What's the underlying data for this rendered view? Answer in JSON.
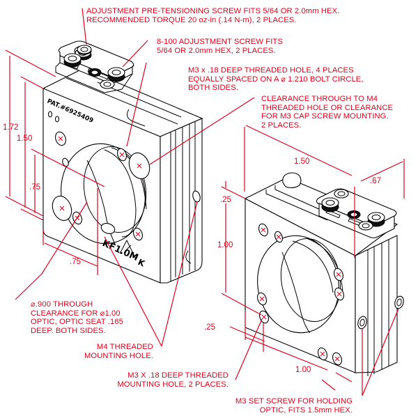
{
  "drawing": {
    "title": "Kinematic optic mount isometric dimension drawing",
    "colors": {
      "annotation": "#e0001b",
      "linework": "#000000",
      "background": "#ffffff"
    },
    "left_view": {
      "patent_label": "PAT.#6925409",
      "model_label": "KF1.0M",
      "logo_label": "K",
      "dimensions": {
        "overall_height": "1.72",
        "body_height": "1.50",
        "hole_height": ".75",
        "hole_width": ".75"
      }
    },
    "right_view": {
      "dimensions": {
        "width": "1.50",
        "depth": ".67",
        "top_offset": ".25",
        "hole_spacing_vertical": "1.00",
        "side_offset": ".25",
        "hole_spacing_horizontal": "1.00"
      }
    },
    "callouts": [
      {
        "id": "pretension-screw",
        "text": "ADJUSTMENT PRE-TENSIONING SCREW FITS 5/64 OR 2.0mm HEX.\nRECOMMENDED TORQUE 20 oz-in (.14 N-m), 2 PLACES."
      },
      {
        "id": "adjustment-screw",
        "text": "8-100 ADJUSTMENT SCREW FITS\n5/64 OR 2.0mm HEX, 2 PLACES."
      },
      {
        "id": "m3-threaded-hole",
        "text": "M3 x .18 DEEP THREADED HOLE, 4 PLACES\nEQUALLY SPACED ON A ⌀ 1.210 BOLT CIRCLE,\nBOTH SIDES."
      },
      {
        "id": "clearance-m4",
        "text": "CLEARANCE THROUGH TO M4\nTHREADED HOLE OR CLEARANCE\nFOR M3 CAP SCREW MOUNTING.\n2 PLACES."
      },
      {
        "id": "through-clearance",
        "text": "⌀.900 THROUGH\nCLEARANCE FOR ⌀1.00\nOPTIC, OPTIC SEAT .165\nDEEP. BOTH SIDES."
      },
      {
        "id": "m4-mounting-hole",
        "text": "M4 THREADED\nMOUNTING HOLE."
      },
      {
        "id": "m3-mounting-hole",
        "text": "M3 X .18 DEEP THREADED\nMOUNTING HOLE, 2 PLACES."
      },
      {
        "id": "m3-set-screw",
        "text": "M3 SET SCREW FOR HOLDING\nOPTIC, FITS 1.5mm HEX."
      }
    ]
  }
}
